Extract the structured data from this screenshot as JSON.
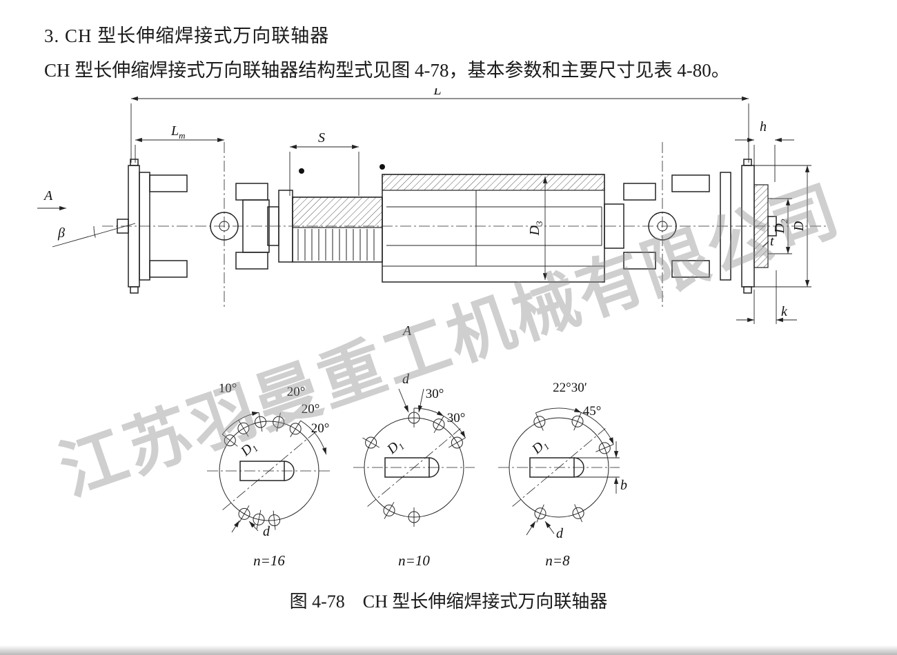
{
  "page": {
    "heading": "3. CH 型长伸缩焊接式万向联轴器",
    "intro": "CH 型长伸缩焊接式万向联轴器结构型式见图 4-78，基本参数和主要尺寸见表 4-80。",
    "caption": "图 4-78　CH 型长伸缩焊接式万向联轴器",
    "watermark": "江苏羽曼重工机械有限公司"
  },
  "drawing": {
    "labels": {
      "L": "L",
      "Lm_main": "L",
      "Lm_sub": "m",
      "S": "S",
      "h": "h",
      "view_arrow": "A",
      "section_mark": "A",
      "beta": "β",
      "D3_main": "D",
      "D3_sub": "3",
      "D2_main": "D",
      "D2_sub": "2",
      "D": "D",
      "t": "t",
      "k": "k"
    },
    "bolt_diagrams": [
      {
        "angles": [
          "10°",
          "20°",
          "20°",
          "20°"
        ],
        "bolt_circle_main": "D",
        "bolt_circle_sub": "1",
        "hole_dia": "d",
        "count": "n=16"
      },
      {
        "angles": [
          "30°",
          "30°"
        ],
        "bolt_circle_main": "D",
        "bolt_circle_sub": "1",
        "hole_dia": "d",
        "count": "n=10"
      },
      {
        "angles": [
          "22°30′",
          "45°"
        ],
        "bolt_circle_main": "D",
        "bolt_circle_sub": "1",
        "hole_dia": "d",
        "plate_width": "b",
        "count": "n=8"
      }
    ]
  }
}
